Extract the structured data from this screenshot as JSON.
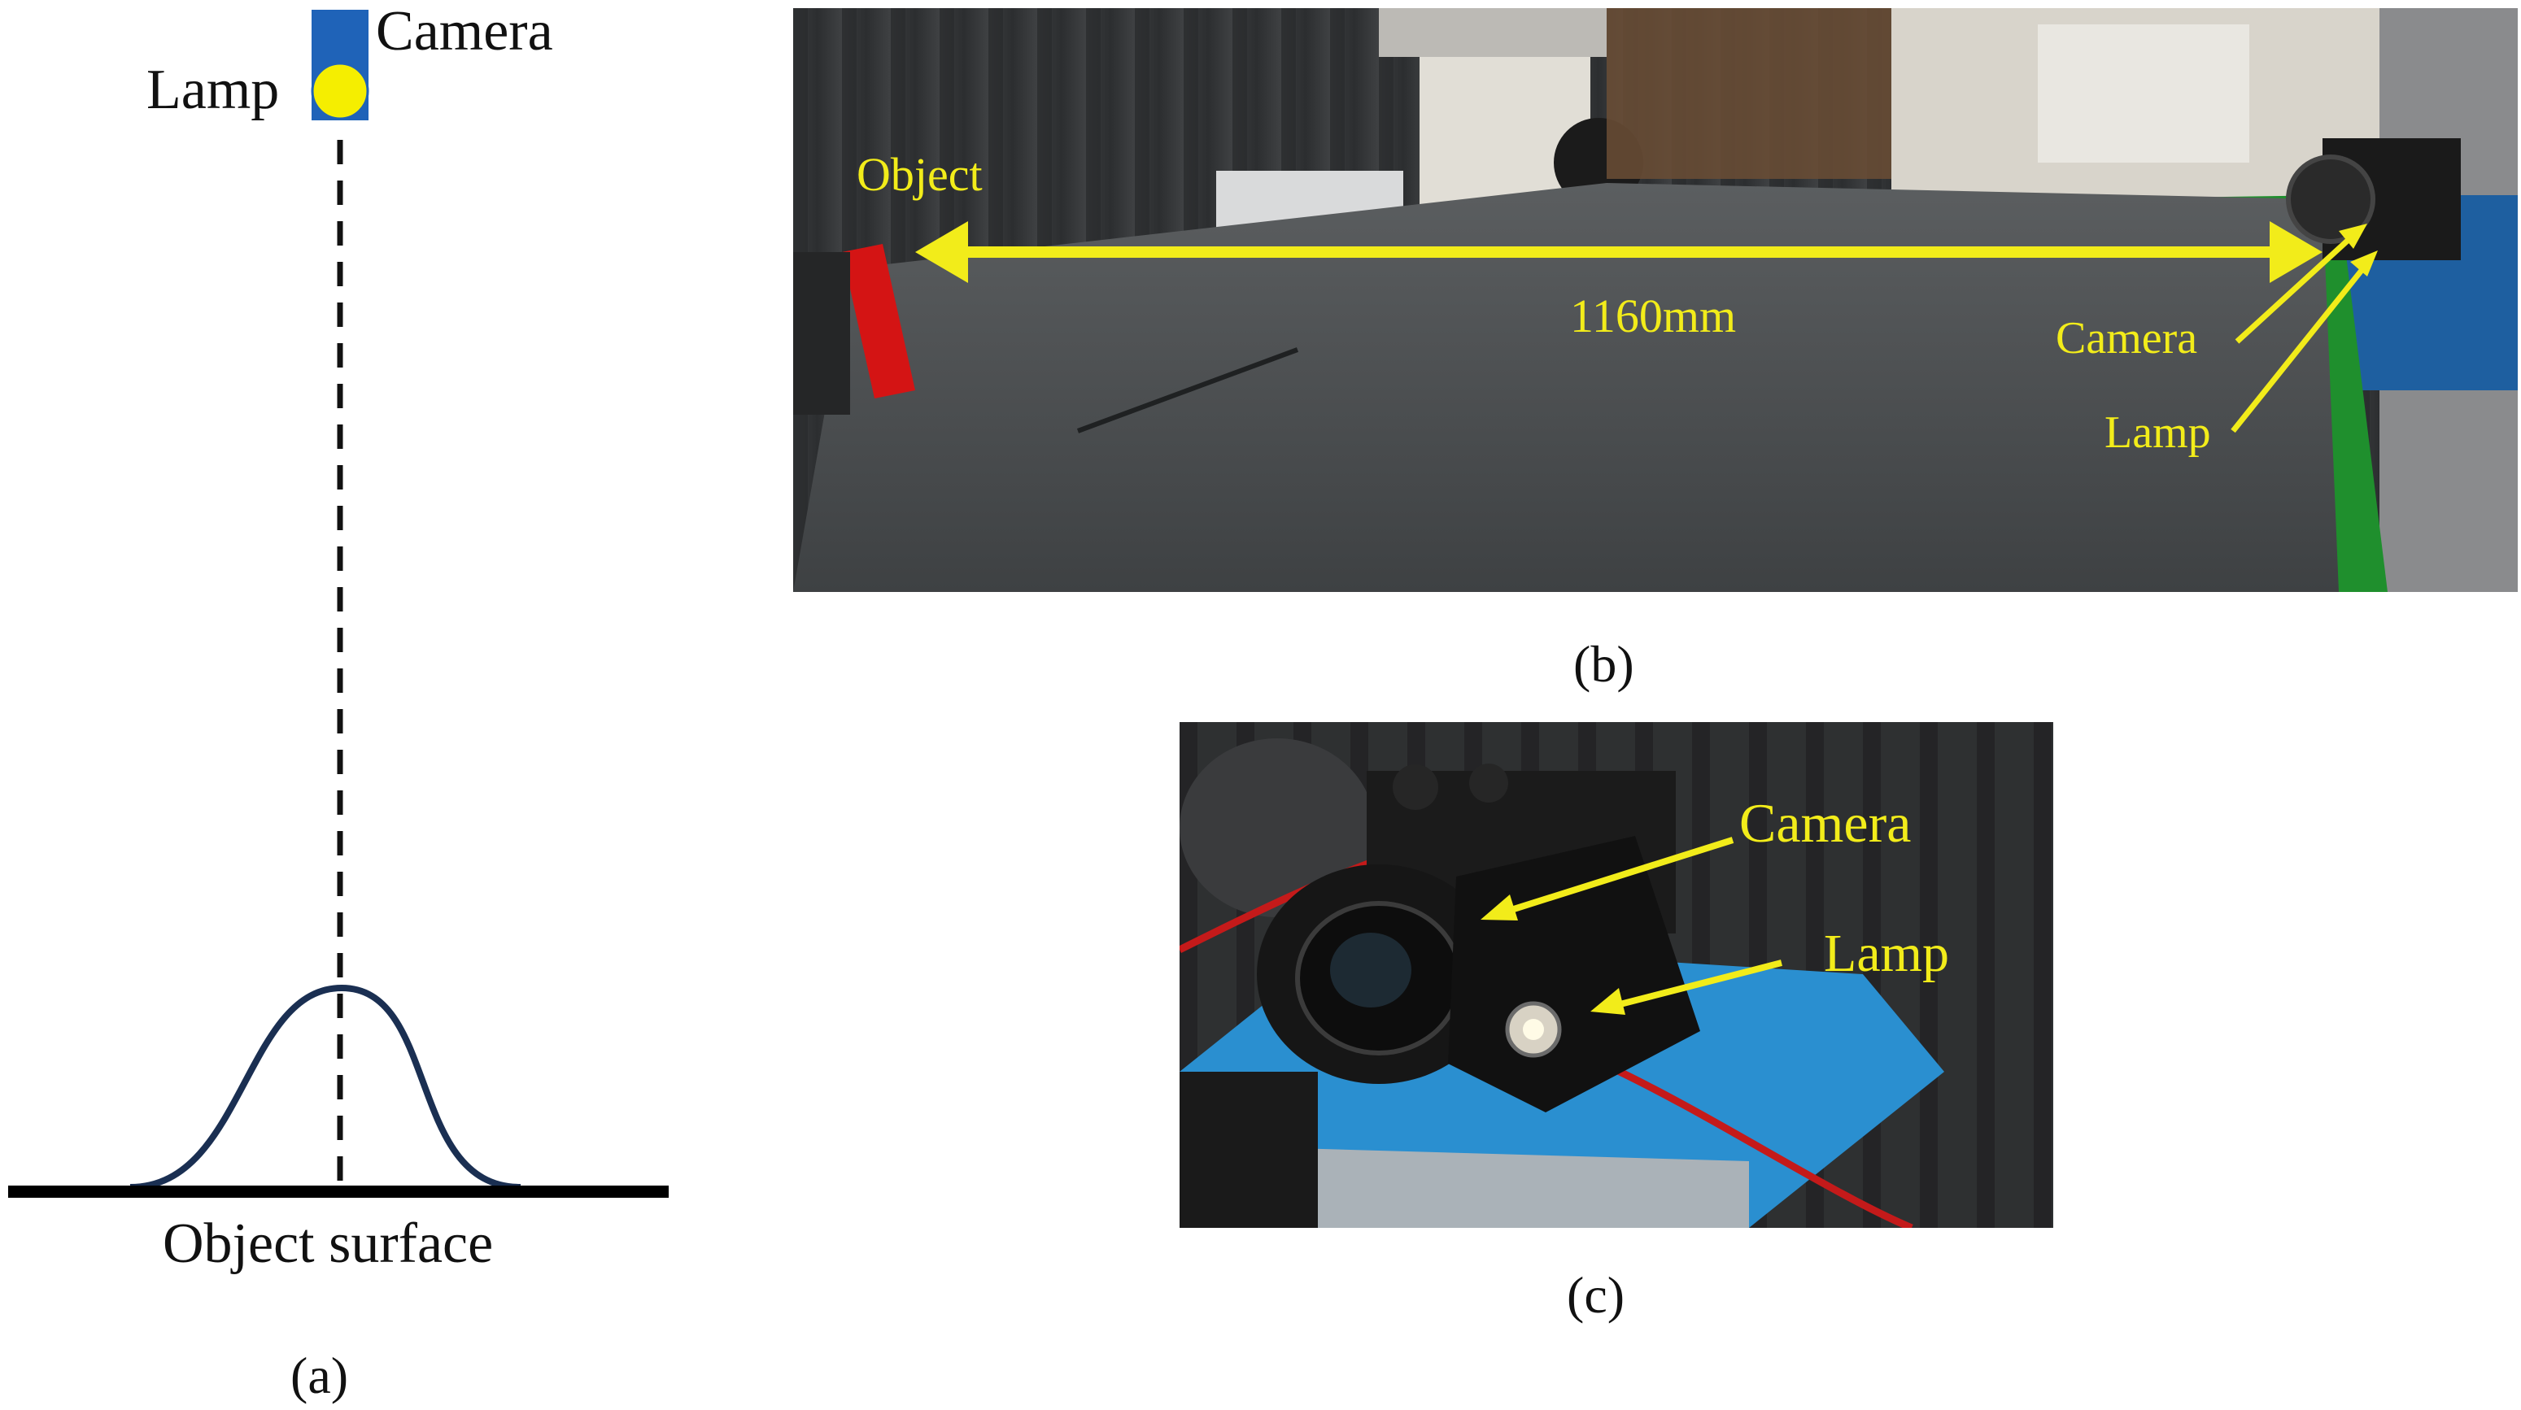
{
  "panel_a": {
    "caption": "(a)",
    "camera_label": "Camera",
    "lamp_label": "Lamp",
    "surface_label": "Object surface",
    "colors": {
      "camera": "#1f63b8",
      "lamp": "#f5ee00",
      "curve": "#1a2f52",
      "surface": "#000000"
    }
  },
  "panel_b": {
    "caption": "(b)",
    "object_label": "Object",
    "distance_label": "1160mm",
    "camera_label": "Camera",
    "lamp_label": "Lamp",
    "colors": {
      "annotation": "#f2ec1a",
      "cloth": "#4a4d4e",
      "object": "#d41414"
    }
  },
  "panel_c": {
    "caption": "(c)",
    "camera_label": "Camera",
    "lamp_label": "Lamp",
    "colors": {
      "annotation": "#f2ec1a",
      "base": "#2a8fd0"
    }
  }
}
